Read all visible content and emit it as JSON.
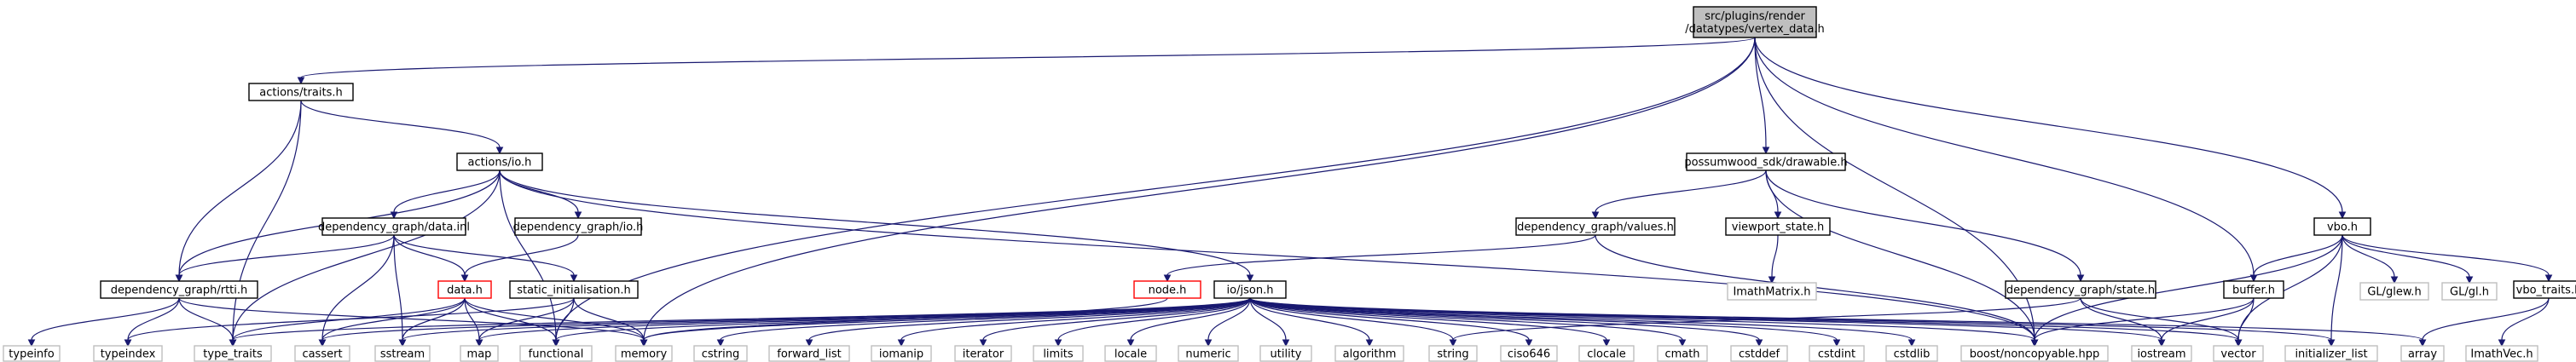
{
  "graph": {
    "nodes": [
      {
        "id": "root",
        "label": [
          "src/plugins/render",
          "/datatypes/vertex_data.h"
        ],
        "style": "root"
      },
      {
        "id": "traits",
        "label": [
          "actions/traits.h"
        ],
        "style": "normal"
      },
      {
        "id": "actio",
        "label": [
          "actions/io.h"
        ],
        "style": "normal"
      },
      {
        "id": "dgdatainl",
        "label": [
          "dependency_graph/data.inl"
        ],
        "style": "normal"
      },
      {
        "id": "dgio",
        "label": [
          "dependency_graph/io.h"
        ],
        "style": "normal"
      },
      {
        "id": "rtti",
        "label": [
          "dependency_graph/rtti.h"
        ],
        "style": "normal"
      },
      {
        "id": "datah",
        "label": [
          "data.h"
        ],
        "style": "red"
      },
      {
        "id": "staticinit",
        "label": [
          "static_initialisation.h"
        ],
        "style": "normal"
      },
      {
        "id": "nodeh",
        "label": [
          "node.h"
        ],
        "style": "red"
      },
      {
        "id": "iojson",
        "label": [
          "io/json.h"
        ],
        "style": "normal"
      },
      {
        "id": "drawable",
        "label": [
          "possumwood_sdk/drawable.h"
        ],
        "style": "normal"
      },
      {
        "id": "values",
        "label": [
          "dependency_graph/values.h"
        ],
        "style": "normal"
      },
      {
        "id": "viewport",
        "label": [
          "viewport_state.h"
        ],
        "style": "normal"
      },
      {
        "id": "imathmatrix",
        "label": [
          "ImathMatrix.h"
        ],
        "style": "grey"
      },
      {
        "id": "dgstate",
        "label": [
          "dependency_graph/state.h"
        ],
        "style": "normal"
      },
      {
        "id": "vbo",
        "label": [
          "vbo.h"
        ],
        "style": "normal"
      },
      {
        "id": "buffer",
        "label": [
          "buffer.h"
        ],
        "style": "normal"
      },
      {
        "id": "glew",
        "label": [
          "GL/glew.h"
        ],
        "style": "grey"
      },
      {
        "id": "glgl",
        "label": [
          "GL/gl.h"
        ],
        "style": "grey"
      },
      {
        "id": "vbotraits",
        "label": [
          "vbo_traits.h"
        ],
        "style": "normal"
      },
      {
        "id": "typeinfo",
        "label": [
          "typeinfo"
        ],
        "style": "grey"
      },
      {
        "id": "typeindex",
        "label": [
          "typeindex"
        ],
        "style": "grey"
      },
      {
        "id": "type_traits",
        "label": [
          "type_traits"
        ],
        "style": "grey"
      },
      {
        "id": "cassert",
        "label": [
          "cassert"
        ],
        "style": "grey"
      },
      {
        "id": "sstream",
        "label": [
          "sstream"
        ],
        "style": "grey"
      },
      {
        "id": "map",
        "label": [
          "map"
        ],
        "style": "grey"
      },
      {
        "id": "functional",
        "label": [
          "functional"
        ],
        "style": "grey"
      },
      {
        "id": "memory",
        "label": [
          "memory"
        ],
        "style": "grey"
      },
      {
        "id": "cstring",
        "label": [
          "cstring"
        ],
        "style": "grey"
      },
      {
        "id": "forward_list",
        "label": [
          "forward_list"
        ],
        "style": "grey"
      },
      {
        "id": "iomanip",
        "label": [
          "iomanip"
        ],
        "style": "grey"
      },
      {
        "id": "iterator",
        "label": [
          "iterator"
        ],
        "style": "grey"
      },
      {
        "id": "limits",
        "label": [
          "limits"
        ],
        "style": "grey"
      },
      {
        "id": "locale",
        "label": [
          "locale"
        ],
        "style": "grey"
      },
      {
        "id": "numeric",
        "label": [
          "numeric"
        ],
        "style": "grey"
      },
      {
        "id": "utility",
        "label": [
          "utility"
        ],
        "style": "grey"
      },
      {
        "id": "algorithm",
        "label": [
          "algorithm"
        ],
        "style": "grey"
      },
      {
        "id": "string",
        "label": [
          "string"
        ],
        "style": "grey"
      },
      {
        "id": "ciso646",
        "label": [
          "ciso646"
        ],
        "style": "grey"
      },
      {
        "id": "clocale",
        "label": [
          "clocale"
        ],
        "style": "grey"
      },
      {
        "id": "cmath",
        "label": [
          "cmath"
        ],
        "style": "grey"
      },
      {
        "id": "cstddef",
        "label": [
          "cstddef"
        ],
        "style": "grey"
      },
      {
        "id": "cstdint",
        "label": [
          "cstdint"
        ],
        "style": "grey"
      },
      {
        "id": "cstdlib",
        "label": [
          "cstdlib"
        ],
        "style": "grey"
      },
      {
        "id": "noncopyable",
        "label": [
          "boost/noncopyable.hpp"
        ],
        "style": "grey"
      },
      {
        "id": "iostream",
        "label": [
          "iostream"
        ],
        "style": "grey"
      },
      {
        "id": "vector",
        "label": [
          "vector"
        ],
        "style": "grey"
      },
      {
        "id": "initlist",
        "label": [
          "initializer_list"
        ],
        "style": "grey"
      },
      {
        "id": "array",
        "label": [
          "array"
        ],
        "style": "grey"
      },
      {
        "id": "imathvec",
        "label": [
          "ImathVec.h"
        ],
        "style": "grey"
      }
    ],
    "edges": [
      [
        "root",
        "traits"
      ],
      [
        "root",
        "functional"
      ],
      [
        "root",
        "memory"
      ],
      [
        "root",
        "drawable"
      ],
      [
        "root",
        "noncopyable"
      ],
      [
        "root",
        "buffer"
      ],
      [
        "root",
        "vbo"
      ],
      [
        "traits",
        "actio"
      ],
      [
        "traits",
        "rtti"
      ],
      [
        "traits",
        "type_traits"
      ],
      [
        "actio",
        "dgdatainl"
      ],
      [
        "actio",
        "dgio"
      ],
      [
        "actio",
        "rtti"
      ],
      [
        "actio",
        "iojson"
      ],
      [
        "actio",
        "functional"
      ],
      [
        "actio",
        "type_traits"
      ],
      [
        "actio",
        "noncopyable"
      ],
      [
        "dgdatainl",
        "rtti"
      ],
      [
        "dgdatainl",
        "datah"
      ],
      [
        "dgdatainl",
        "staticinit"
      ],
      [
        "dgdatainl",
        "cassert"
      ],
      [
        "dgdatainl",
        "sstream"
      ],
      [
        "dgio",
        "datah"
      ],
      [
        "rtti",
        "typeinfo"
      ],
      [
        "rtti",
        "typeindex"
      ],
      [
        "rtti",
        "type_traits"
      ],
      [
        "rtti",
        "memory"
      ],
      [
        "datah",
        "type_traits"
      ],
      [
        "datah",
        "cassert"
      ],
      [
        "datah",
        "sstream"
      ],
      [
        "datah",
        "map"
      ],
      [
        "datah",
        "functional"
      ],
      [
        "datah",
        "memory"
      ],
      [
        "staticinit",
        "map"
      ],
      [
        "staticinit",
        "functional"
      ],
      [
        "staticinit",
        "memory"
      ],
      [
        "staticinit",
        "typeindex"
      ],
      [
        "nodeh",
        "memory"
      ],
      [
        "iojson",
        "sstream"
      ],
      [
        "iojson",
        "map"
      ],
      [
        "iojson",
        "functional"
      ],
      [
        "iojson",
        "memory"
      ],
      [
        "iojson",
        "cstring"
      ],
      [
        "iojson",
        "forward_list"
      ],
      [
        "iojson",
        "iomanip"
      ],
      [
        "iojson",
        "iterator"
      ],
      [
        "iojson",
        "limits"
      ],
      [
        "iojson",
        "locale"
      ],
      [
        "iojson",
        "numeric"
      ],
      [
        "iojson",
        "utility"
      ],
      [
        "iojson",
        "algorithm"
      ],
      [
        "iojson",
        "string"
      ],
      [
        "iojson",
        "ciso646"
      ],
      [
        "iojson",
        "clocale"
      ],
      [
        "iojson",
        "cmath"
      ],
      [
        "iojson",
        "cstddef"
      ],
      [
        "iojson",
        "cstdint"
      ],
      [
        "iojson",
        "cstdlib"
      ],
      [
        "iojson",
        "vector"
      ],
      [
        "iojson",
        "initlist"
      ],
      [
        "iojson",
        "array"
      ],
      [
        "iojson",
        "type_traits"
      ],
      [
        "iojson",
        "cassert"
      ],
      [
        "iojson",
        "iostream"
      ],
      [
        "iojson",
        "noncopyable"
      ],
      [
        "drawable",
        "values"
      ],
      [
        "drawable",
        "viewport"
      ],
      [
        "drawable",
        "dgstate"
      ],
      [
        "drawable",
        "noncopyable"
      ],
      [
        "values",
        "nodeh"
      ],
      [
        "values",
        "noncopyable"
      ],
      [
        "viewport",
        "imathmatrix"
      ],
      [
        "dgstate",
        "vector"
      ],
      [
        "dgstate",
        "iostream"
      ],
      [
        "dgstate",
        "string"
      ],
      [
        "vbo",
        "buffer"
      ],
      [
        "vbo",
        "glew"
      ],
      [
        "vbo",
        "glgl"
      ],
      [
        "vbo",
        "vbotraits"
      ],
      [
        "vbo",
        "vector"
      ],
      [
        "vbo",
        "noncopyable"
      ],
      [
        "vbo",
        "initlist"
      ],
      [
        "buffer",
        "noncopyable"
      ],
      [
        "buffer",
        "iostream"
      ],
      [
        "buffer",
        "vector"
      ],
      [
        "vbotraits",
        "array"
      ],
      [
        "vbotraits",
        "imathvec"
      ]
    ]
  }
}
